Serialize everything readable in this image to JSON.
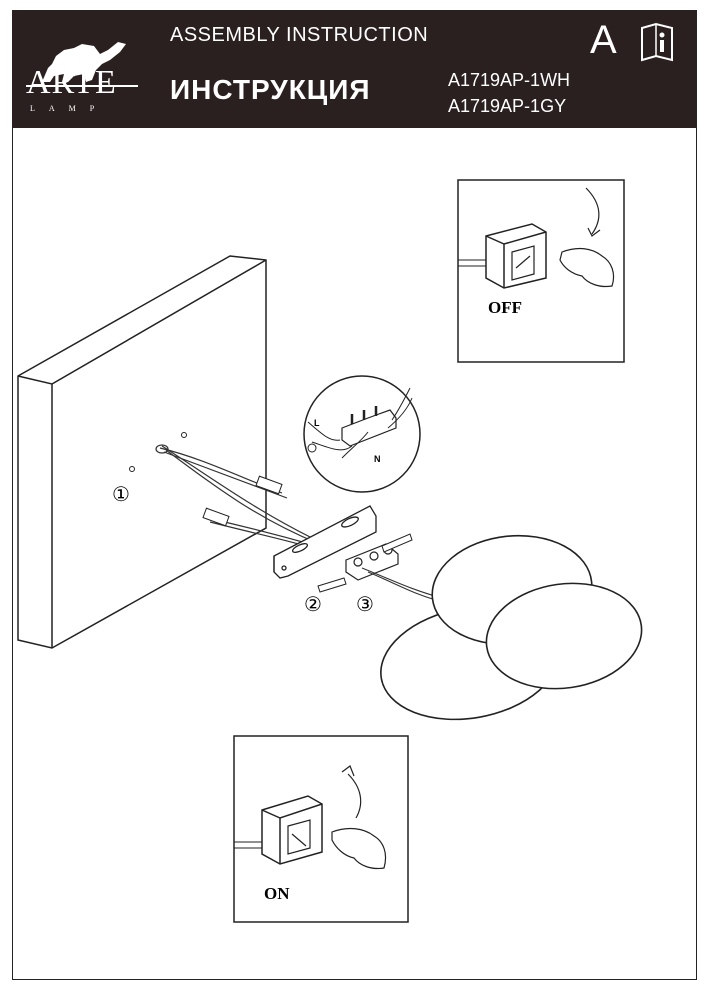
{
  "header": {
    "brand": "ARTE",
    "brand_sub": "LAMP",
    "title_en": "ASSEMBLY INSTRUCTION",
    "title_ru": "ИНСТРУКЦИЯ",
    "models": [
      "A1719AP-1WH",
      "A1719AP-1GY"
    ],
    "letter": "A"
  },
  "insets": {
    "off_label": "OFF",
    "on_label": "ON"
  },
  "steps": [
    "①",
    "②",
    "③"
  ],
  "wire_labels": {
    "live": "L",
    "neutral": "N"
  }
}
